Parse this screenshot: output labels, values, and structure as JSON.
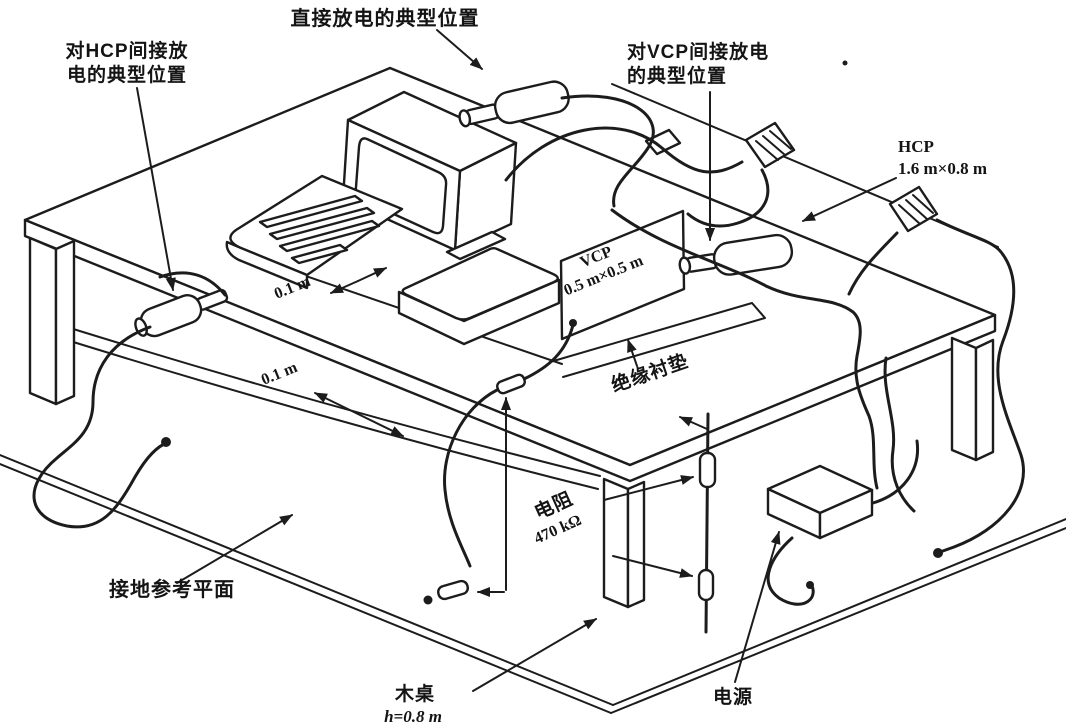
{
  "figure": {
    "labels": {
      "direct_discharge": "直接放电的典型位置",
      "hcp_indirect_line1": "对HCP间接放",
      "hcp_indirect_line2": "电的典型位置",
      "vcp_indirect_line1": "对VCP间接放电",
      "vcp_indirect_line2": "的典型位置",
      "hcp_name": "HCP",
      "hcp_size": "1.6 m×0.8 m",
      "vcp_name": "VCP",
      "vcp_size": "0.5 m×0.5 m",
      "dim_top": "0.1 m",
      "dim_bottom": "0.1 m",
      "insulating_pad": "绝缘衬垫",
      "resistor_line1": "电阻",
      "resistor_line2": "470 kΩ",
      "ground_plane": "接地参考平面",
      "table_line1": "木桌",
      "table_line2": "h=0.8 m",
      "power": "电源"
    },
    "components": [
      "wooden-table",
      "ground-reference-plane",
      "monitor",
      "keyboard",
      "eut-box",
      "vcp-panel",
      "insulating-pad",
      "hcp-clamp",
      "esd-gun-direct",
      "esd-gun-hcp",
      "esd-gun-vcp",
      "bleed-resistor-cable",
      "resistor-bead",
      "power-supply-box",
      "cable"
    ],
    "colors": {
      "ink": "#1c1c1c",
      "paper": "#ffffff"
    }
  }
}
